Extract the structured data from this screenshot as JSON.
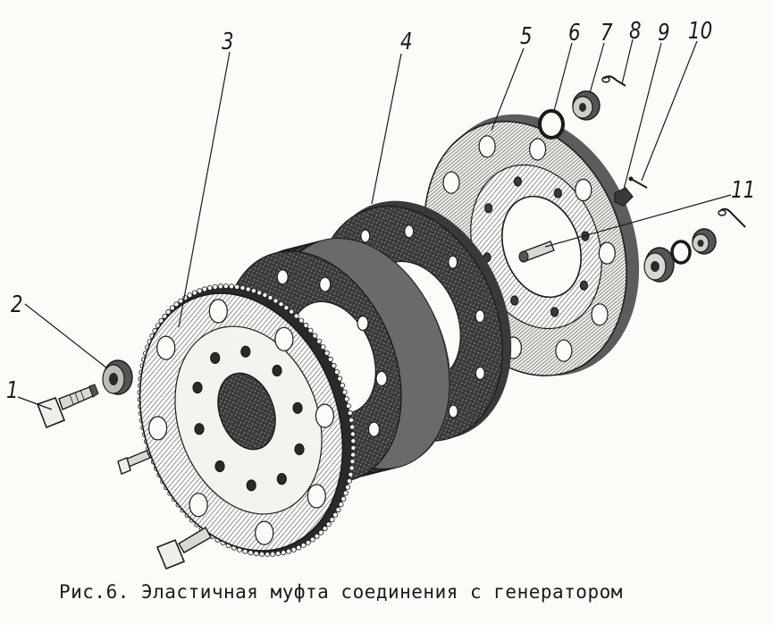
{
  "diagram": {
    "caption": "Рис.6. Эластичная муфта соединения с генератором",
    "callouts": [
      "1",
      "2",
      "3",
      "4",
      "5",
      "6",
      "7",
      "8",
      "9",
      "10",
      "11"
    ]
  },
  "colors": {
    "ink": "#1a1a1a",
    "paper": "#fbfbf8",
    "shade": "#6d6d6d",
    "dark": "#2a2a2a"
  }
}
